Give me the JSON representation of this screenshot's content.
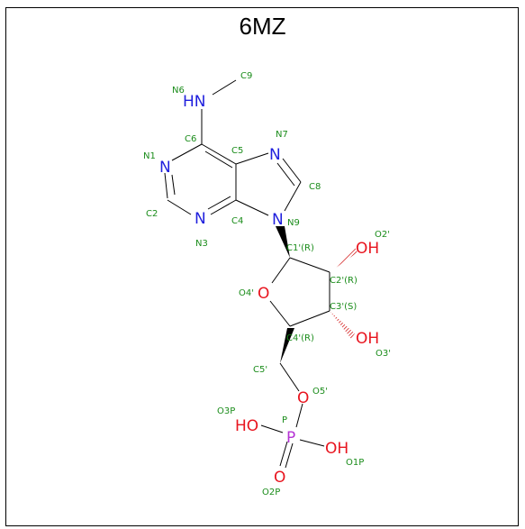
{
  "title": "6MZ",
  "colors": {
    "nitrogen": "#1f1fdd",
    "oxygen": "#e8141e",
    "phosphorus": "#b533d4",
    "annotation": "#1a8c1a",
    "bond": "#000000"
  },
  "atoms": {
    "HN": "HN",
    "N1": "N",
    "N3": "N",
    "N7": "N",
    "N9": "N",
    "O4p": "O",
    "OH2": "OH",
    "OH3": "OH",
    "O5p": "O",
    "P": "P",
    "HO": "HO",
    "OH1P": "OH",
    "O2P": "O"
  },
  "annotations": {
    "N6": "N6",
    "C9": "C9",
    "C6": "C6",
    "C5": "C5",
    "N7": "N7",
    "N1": "N1",
    "C8": "C8",
    "C2": "C2",
    "C4": "C4",
    "N9": "N9",
    "N3": "N3",
    "O2p": "O2'",
    "C1p": "C1'(R)",
    "C2p": "C2'(R)",
    "O4p": "O4'",
    "C3p": "C3'(S)",
    "C4p": "C4'(R)",
    "O3p": "O3'",
    "C5p": "C5'",
    "O5p": "O5'",
    "O3P": "O3P",
    "P": "P",
    "O1P": "O1P",
    "O2P": "O2P"
  }
}
